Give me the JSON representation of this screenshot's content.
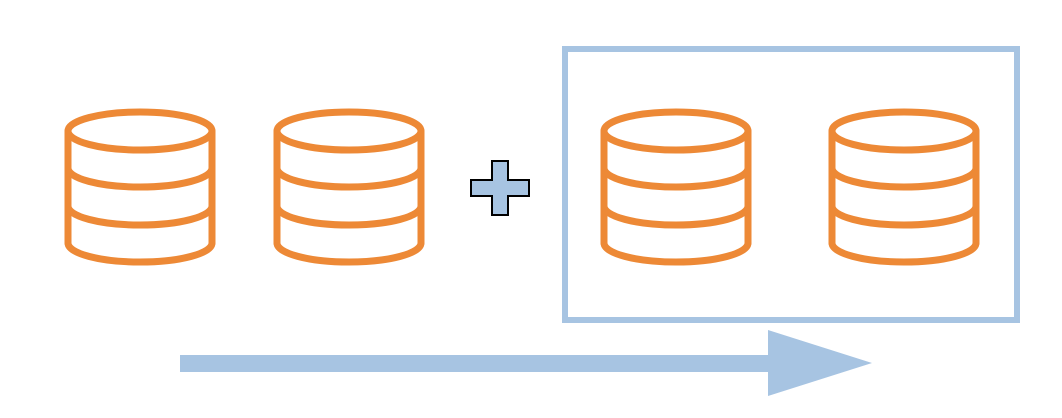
{
  "colors": {
    "database": "#ED8936",
    "accent": "#A7C4E2",
    "outline": "#000000",
    "background": "#FFFFFF"
  },
  "icons": {
    "database": "database-icon",
    "plus": "plus-icon",
    "arrow": "arrow-right-icon",
    "box": "highlight-box"
  },
  "diagram": {
    "left_group_count": 2,
    "right_group_count": 2,
    "operator": "plus",
    "direction": "left-to-right"
  }
}
